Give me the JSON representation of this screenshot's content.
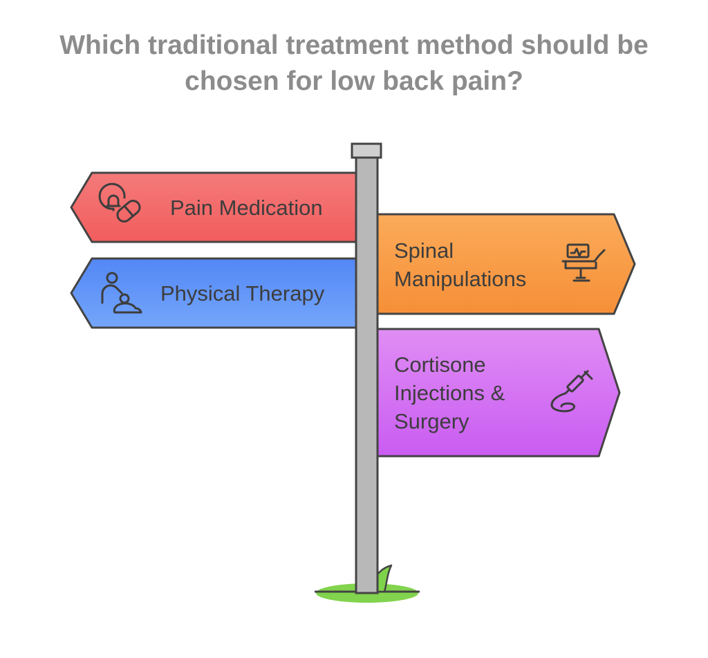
{
  "title": {
    "line1": "Which traditional treatment method should be",
    "line2": "chosen for low back pain?"
  },
  "signs": {
    "pain_medication": {
      "label": "Pain Medication",
      "icon": "pill-icon",
      "color": "#f46b6b"
    },
    "physical_therapy": {
      "label": "Physical Therapy",
      "icon": "therapist-patient-icon",
      "color": "#5b8ff7"
    },
    "spinal_manipulations": {
      "line1": "Spinal",
      "line2": "Manipulations",
      "icon": "treatment-chair-icon",
      "color": "#f9a04a"
    },
    "cortisone_surgery": {
      "line1": "Cortisone",
      "line2": "Injections &",
      "line3": "Surgery",
      "icon": "syringe-icon",
      "color": "#d46bf2"
    }
  },
  "colors": {
    "title": "#8c8c8c",
    "pole": "#b8b8b8",
    "outline": "#444444",
    "grass": "#7fd34a"
  }
}
